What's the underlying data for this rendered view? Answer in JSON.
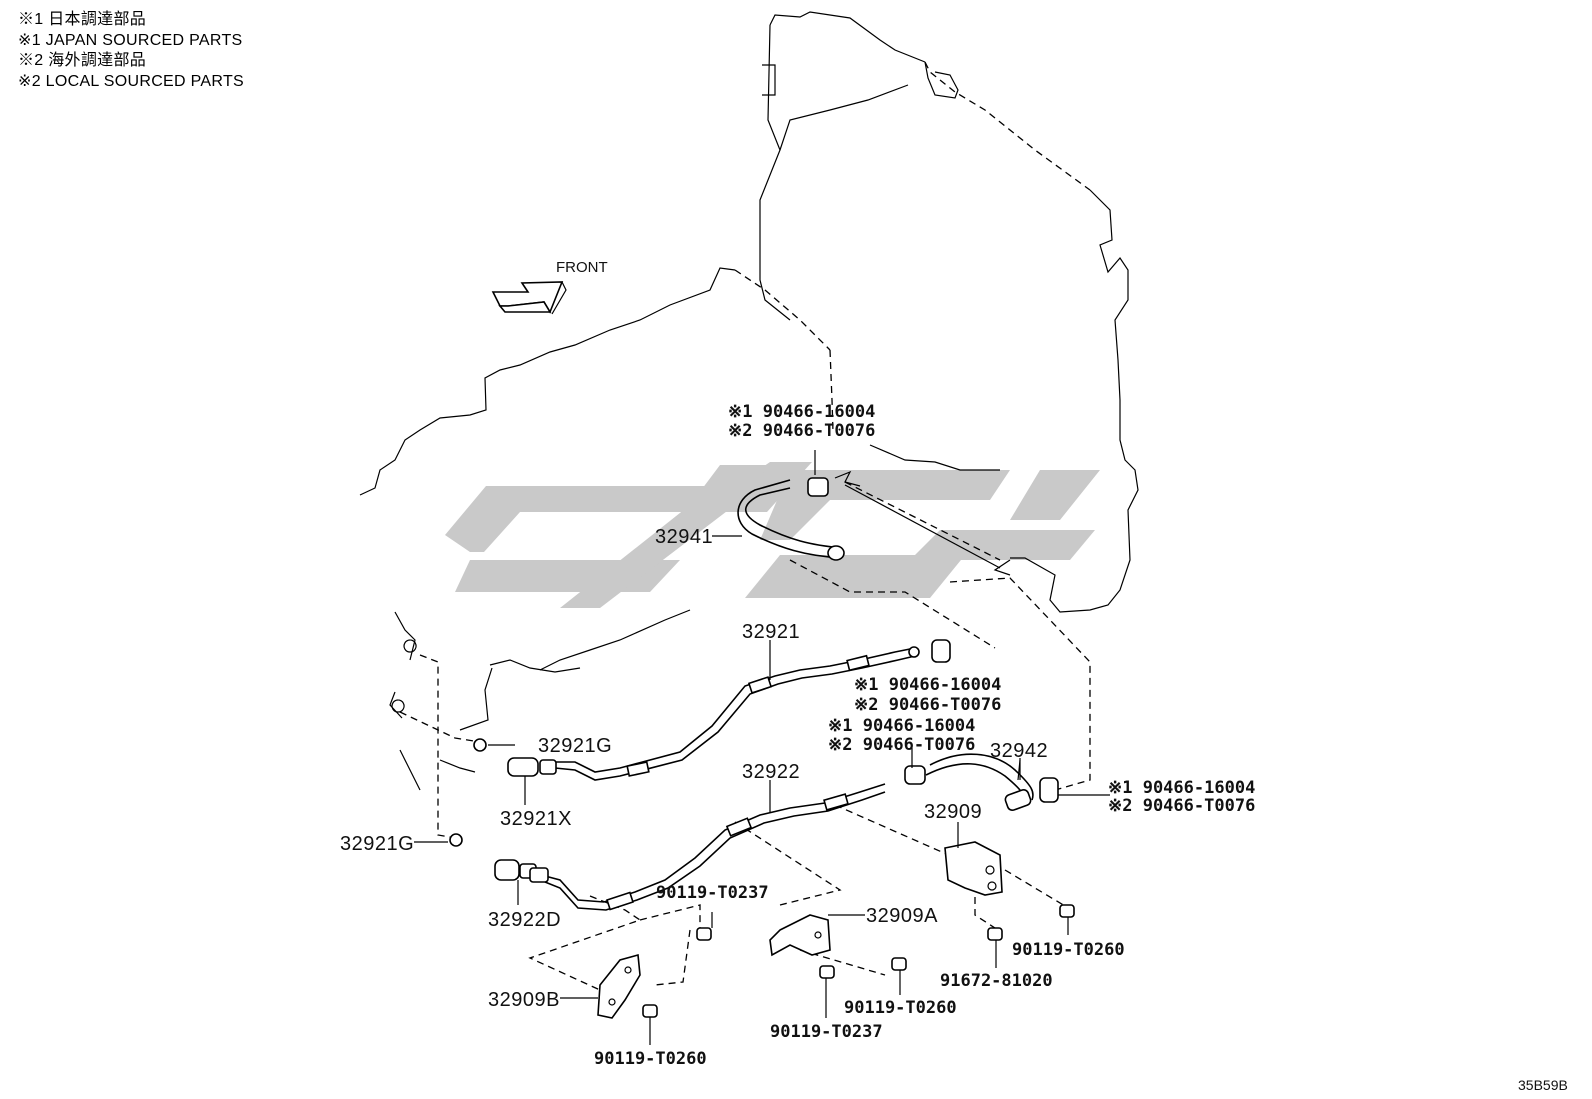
{
  "legend": [
    "※1 日本調達部品",
    "※1 JAPAN SOURCED PARTS",
    "※2 海外調達部品",
    "※2 LOCAL SOURCED PARTS"
  ],
  "front_label": "FRONT",
  "labels": {
    "clamp_top_1": "※1 90466-16004",
    "clamp_top_2": "※2 90466-T0076",
    "p32941": "32941",
    "p32921": "32921",
    "clamp_mid_1": "※1 90466-16004",
    "clamp_mid_2": "※2 90466-T0076",
    "clamp_mid2_1": "※1 90466-16004",
    "clamp_mid2_2": "※2 90466-T0076",
    "p32942": "32942",
    "clamp_right_1": "※1 90466-16004",
    "clamp_right_2": "※2 90466-T0076",
    "p32921G_top": "32921G",
    "p32921X": "32921X",
    "p32922": "32922",
    "p32909": "32909",
    "p32921G_left": "32921G",
    "p32922D": "32922D",
    "bolt_t0237_a": "90119-T0237",
    "p32909A": "32909A",
    "bolt_t0260_right": "90119-T0260",
    "bolt_81020": "91672-81020",
    "p32909B": "32909B",
    "bolt_t0260_mid": "90119-T0260",
    "bolt_t0237_b": "90119-T0237",
    "bolt_t0260_bottom": "90119-T0260"
  },
  "drawing_code": "35B59B"
}
